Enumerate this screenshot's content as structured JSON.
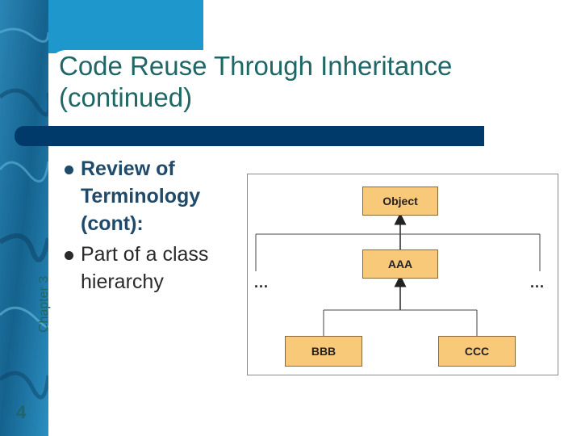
{
  "slide": {
    "title": "Code Reuse Through Inheritance (continued)",
    "chapter_label": "Chapter 3",
    "page_number": "4"
  },
  "bullets": [
    {
      "text": "Review of Terminology (cont):"
    },
    {
      "text": " Part of a class hierarchy"
    }
  ],
  "diagram": {
    "nodes": {
      "object": "Object",
      "aaa": "AAA",
      "bbb": "BBB",
      "ccc": "CCC"
    },
    "ellipsis_left": "...",
    "ellipsis_right": "..."
  },
  "colors": {
    "strip": "#1b6d9a",
    "accent_block": "#1d97cc",
    "divider": "#003a6b",
    "title_text": "#1f6666",
    "node_fill": "#f9c97a"
  }
}
